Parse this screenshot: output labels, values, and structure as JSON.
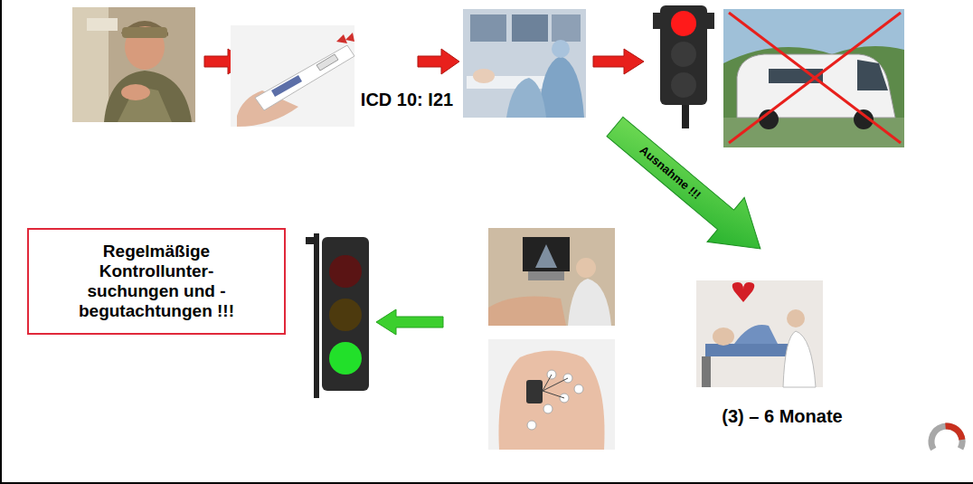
{
  "diagram": {
    "nodes": [
      {
        "text": [
          "ICD 10: I21"
        ]
      },
      {
        "text": [
          "Regelmäßige Kontrollunter- suchungen und -begutachtungen !!!"
        ]
      },
      {
        "text": [
          "(3) – 6 Monate"
        ]
      }
    ],
    "labels": [
      "Ausnahme !!!"
    ]
  }
}
